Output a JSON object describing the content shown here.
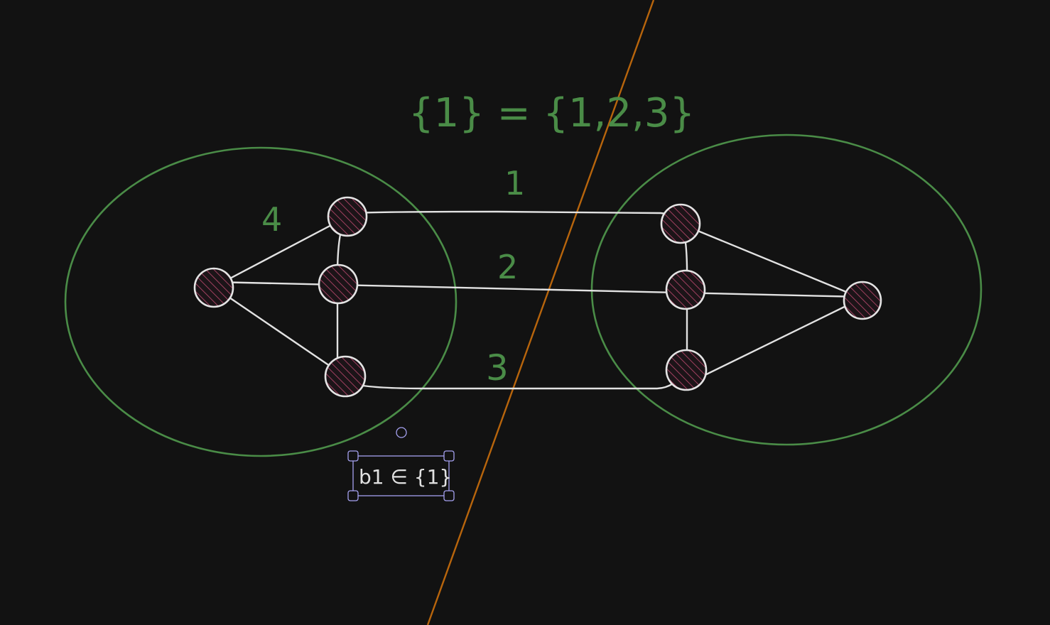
{
  "equation": "{1} = {1,2,3}",
  "left_region_label": "4",
  "edge_labels": {
    "top": "1",
    "middle": "2",
    "bottom": "3"
  },
  "selected_text": "b1 ∈ {1}",
  "colors": {
    "background": "#121212",
    "ellipse_stroke": "#4a8c47",
    "label_color": "#4a8c47",
    "edge_stroke": "#e2e2e2",
    "node_hatch": "#a0405f",
    "divider_line": "#b8650c",
    "selection": "#a5a1f0"
  }
}
